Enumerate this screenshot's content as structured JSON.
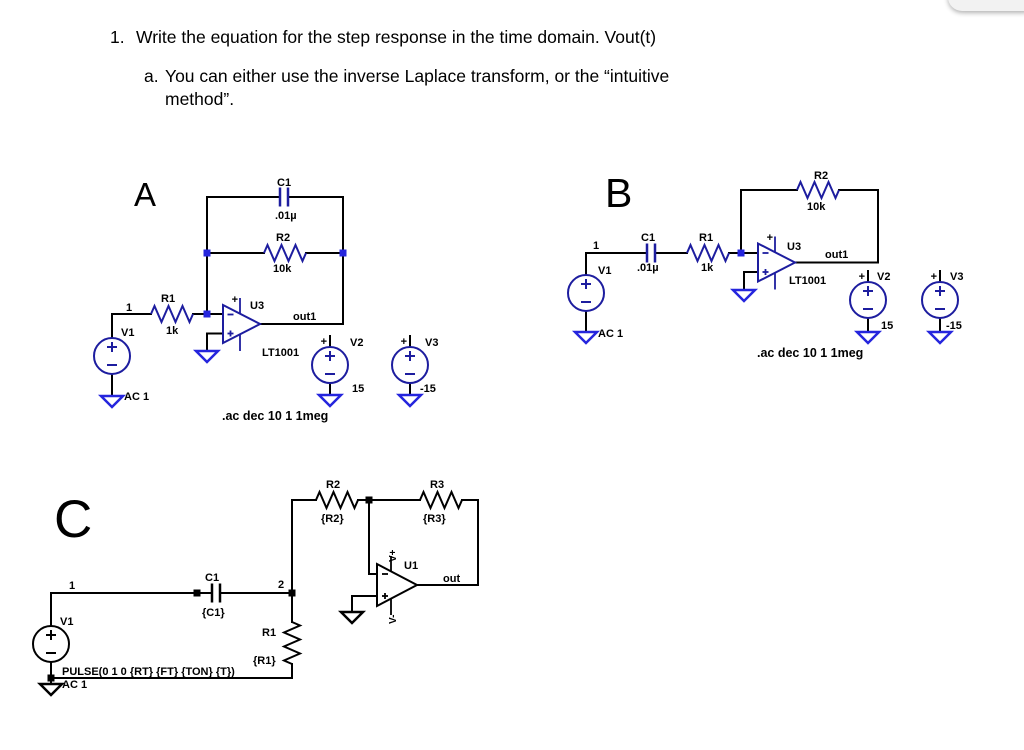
{
  "question": {
    "number": "1.",
    "text": "Write the equation for the step response in the time domain. Vout(t)",
    "sub": {
      "letter": "a.",
      "line1": "You can either use the inverse Laplace transform, or the “intuitive",
      "line2": "method”."
    }
  },
  "symbols": {
    "plus": "+"
  },
  "colors": {
    "wire": "#000000",
    "component_blue": "#1d1d9f",
    "node_blue": "#2525dd",
    "schematic_c": "#000000"
  },
  "circuit_a": {
    "title": "A",
    "c1": {
      "ref": "C1",
      "value": ".01µ"
    },
    "r2": {
      "ref": "R2",
      "value": "10k"
    },
    "r1": {
      "ref": "R1",
      "value": "1k"
    },
    "u3": {
      "ref": "U3",
      "model": "LT1001"
    },
    "v1": {
      "ref": "V1",
      "value": "AC 1"
    },
    "v2": {
      "ref": "V2",
      "value": "15"
    },
    "v3": {
      "ref": "V3",
      "value": "-15"
    },
    "node_in": "1",
    "node_out": "out1",
    "directive": ".ac dec 10 1 1meg"
  },
  "circuit_b": {
    "title": "B",
    "c1": {
      "ref": "C1",
      "value": ".01µ"
    },
    "r1": {
      "ref": "R1",
      "value": "1k"
    },
    "r2": {
      "ref": "R2",
      "value": "10k"
    },
    "u3": {
      "ref": "U3",
      "model": "LT1001"
    },
    "v1": {
      "ref": "V1",
      "value": "AC 1"
    },
    "v2": {
      "ref": "V2",
      "value": "15"
    },
    "v3": {
      "ref": "V3",
      "value": "-15"
    },
    "node_in": "1",
    "node_out": "out1",
    "directive": ".ac dec 10 1 1meg"
  },
  "circuit_c": {
    "title": "C",
    "c1": {
      "ref": "C1",
      "value": "{C1}"
    },
    "r1": {
      "ref": "R1",
      "value": "{R1}"
    },
    "r2": {
      "ref": "R2",
      "value": "{R2}"
    },
    "r3": {
      "ref": "R3",
      "value": "{R3}"
    },
    "u1": {
      "ref": "U1",
      "vplus": "V+",
      "vminus": "V-"
    },
    "v1": {
      "ref": "V1",
      "pulse": "PULSE(0 1 0 {RT} {FT} {TON} {T})",
      "ac": "AC 1"
    },
    "node_1": "1",
    "node_2": "2",
    "node_out": "out"
  }
}
